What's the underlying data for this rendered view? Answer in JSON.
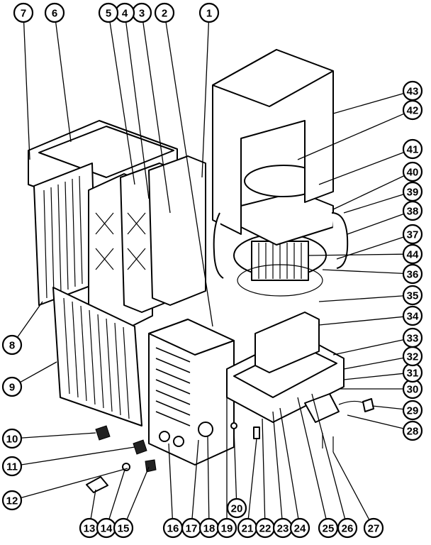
{
  "diagram": {
    "type": "exploded-parts-diagram",
    "callouts": [
      {
        "label": "1"
      },
      {
        "label": "2"
      },
      {
        "label": "3"
      },
      {
        "label": "4"
      },
      {
        "label": "5"
      },
      {
        "label": "6"
      },
      {
        "label": "7"
      },
      {
        "label": "8"
      },
      {
        "label": "9"
      },
      {
        "label": "10"
      },
      {
        "label": "11"
      },
      {
        "label": "12"
      },
      {
        "label": "13"
      },
      {
        "label": "14"
      },
      {
        "label": "15"
      },
      {
        "label": "16"
      },
      {
        "label": "17"
      },
      {
        "label": "18"
      },
      {
        "label": "19"
      },
      {
        "label": "20"
      },
      {
        "label": "21"
      },
      {
        "label": "22"
      },
      {
        "label": "23"
      },
      {
        "label": "24"
      },
      {
        "label": "25"
      },
      {
        "label": "26"
      },
      {
        "label": "27"
      },
      {
        "label": "28"
      },
      {
        "label": "29"
      },
      {
        "label": "30"
      },
      {
        "label": "31"
      },
      {
        "label": "32"
      },
      {
        "label": "33"
      },
      {
        "label": "34"
      },
      {
        "label": "35"
      },
      {
        "label": "36"
      },
      {
        "label": "44"
      },
      {
        "label": "37"
      },
      {
        "label": "38"
      },
      {
        "label": "39"
      },
      {
        "label": "40"
      },
      {
        "label": "41"
      },
      {
        "label": "42"
      },
      {
        "label": "43"
      }
    ]
  }
}
